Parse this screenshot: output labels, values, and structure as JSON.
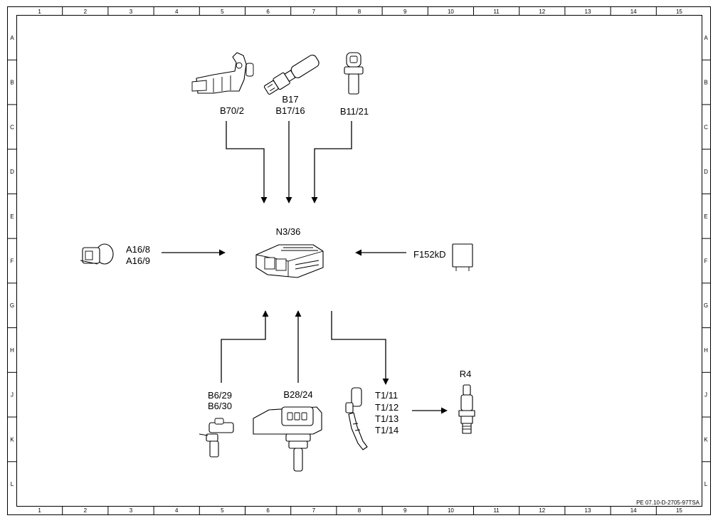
{
  "grid": {
    "columns": [
      "1",
      "2",
      "3",
      "4",
      "5",
      "6",
      "7",
      "8",
      "9",
      "10",
      "11",
      "12",
      "13",
      "14",
      "15"
    ],
    "rows": [
      "A",
      "B",
      "C",
      "D",
      "E",
      "F",
      "G",
      "H",
      "J",
      "K",
      "L"
    ]
  },
  "components": {
    "b70_2": "B70/2",
    "b17_line1": "B17",
    "b17_line2": "B17/16",
    "b11_21": "B11/21",
    "n3_36": "N3/36",
    "a16_line1": "A16/8",
    "a16_line2": "A16/9",
    "f152kd": "F152kD",
    "b6_line1": "B6/29",
    "b6_line2": "B6/30",
    "b28_24": "B28/24",
    "t1_line1": "T1/11",
    "t1_line2": "T1/12",
    "t1_line3": "T1/13",
    "t1_line4": "T1/14",
    "r4": "R4"
  },
  "reference_code": "PE 07.10-D-2705-97TSA"
}
